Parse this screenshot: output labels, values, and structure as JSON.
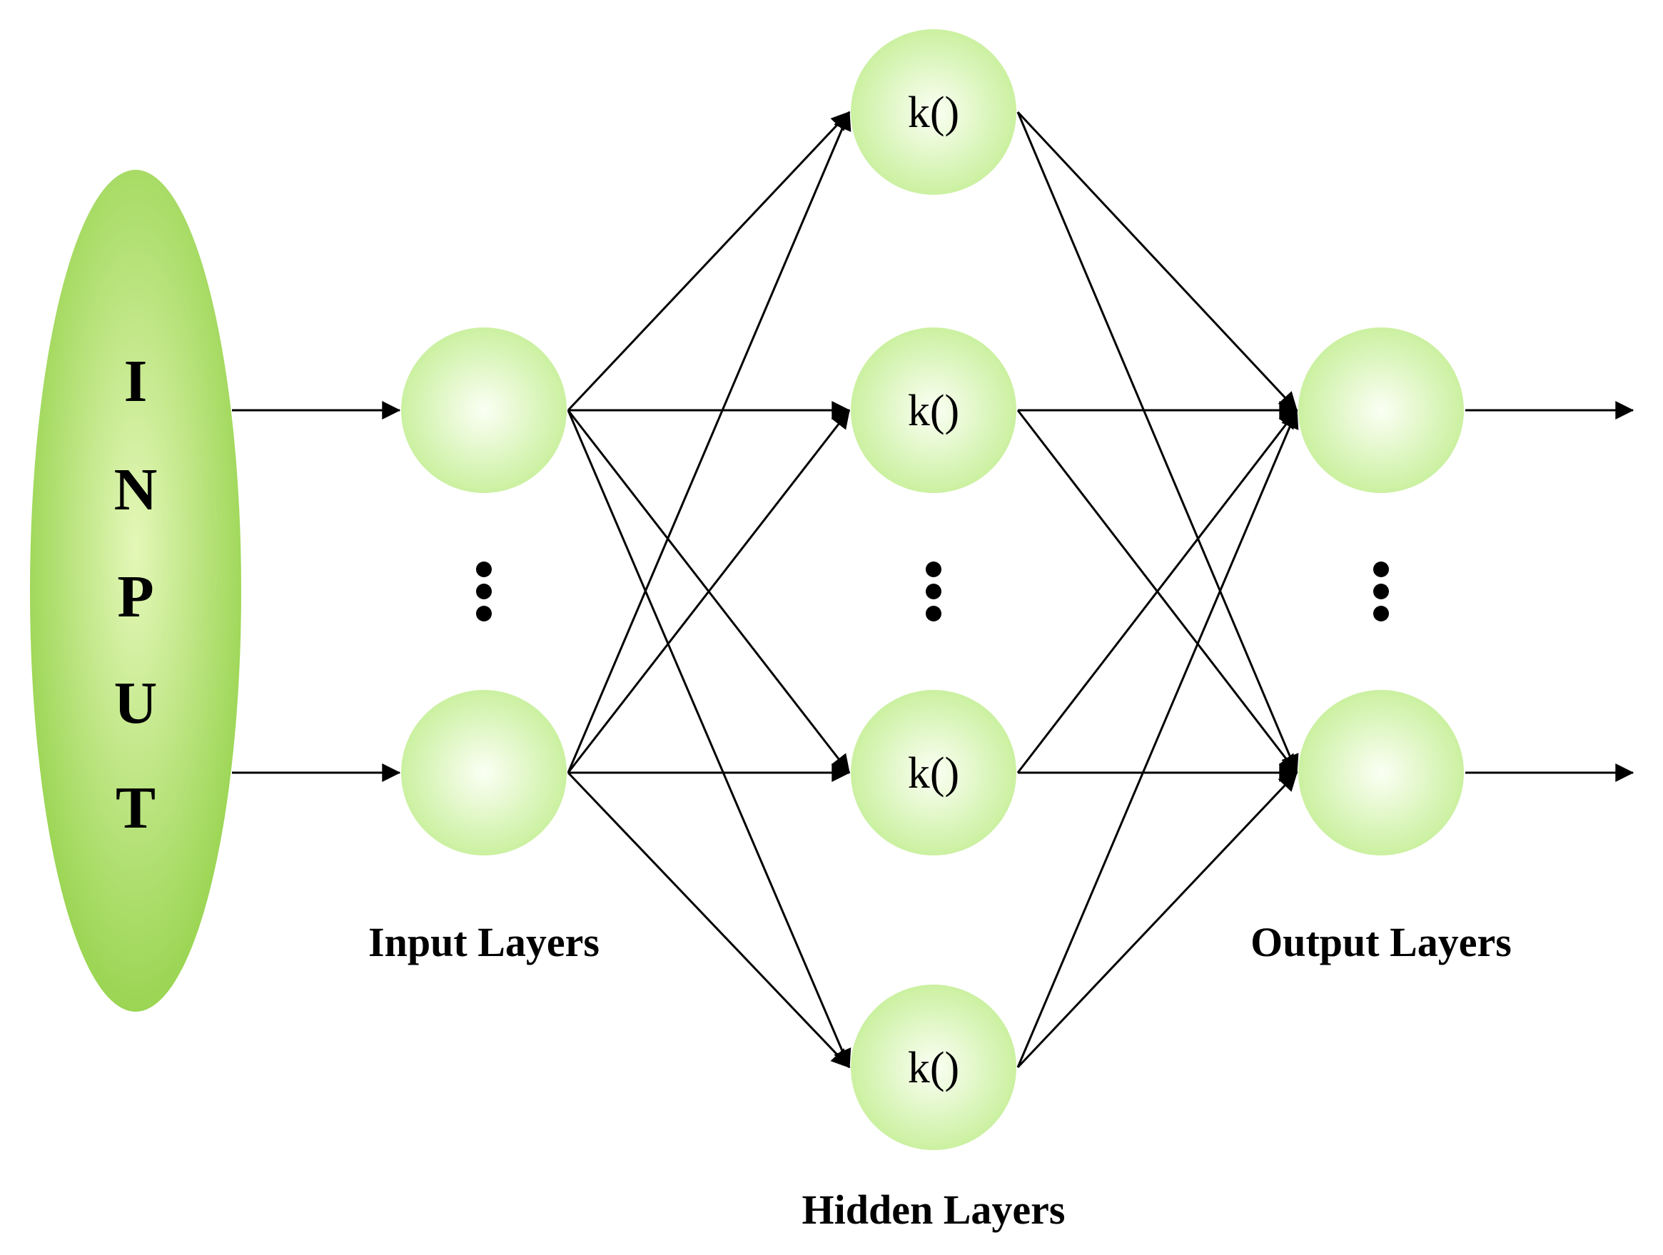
{
  "diagram": {
    "input_block": {
      "letters": [
        "I",
        "N",
        "P",
        "U",
        "T"
      ]
    },
    "input_layer": {
      "label": "Input Layers",
      "nodes": [
        {
          "label": ""
        },
        {
          "label": ""
        }
      ],
      "ellipsis": true
    },
    "hidden_layer": {
      "label": "Hidden Layers",
      "nodes": [
        {
          "label": "k()"
        },
        {
          "label": "k()"
        },
        {
          "label": "k()"
        },
        {
          "label": "k()"
        }
      ],
      "ellipsis": true
    },
    "output_layer": {
      "label": "Output Layers",
      "nodes": [
        {
          "label": ""
        },
        {
          "label": ""
        }
      ],
      "ellipsis": true
    },
    "colors": {
      "node_fill_center": "#fbfff4",
      "node_fill_edge": "#c6ef98",
      "input_fill_center": "#e4f7b8",
      "input_fill_edge": "#94d24a",
      "line": "#000000",
      "background": "#ffffff"
    }
  }
}
